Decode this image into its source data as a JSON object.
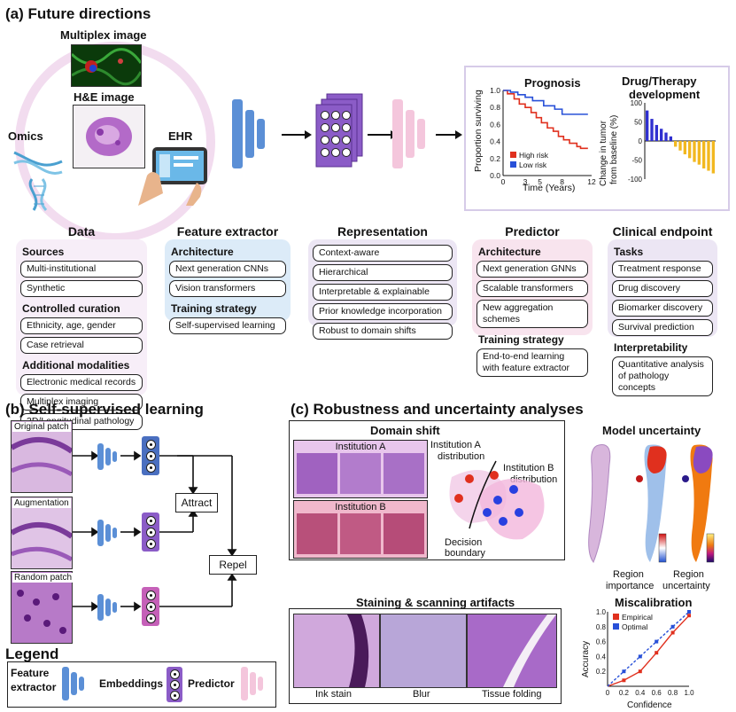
{
  "panel_a": {
    "title": "(a) Future directions",
    "inputs": {
      "multiplex": "Multiplex image",
      "he": "H&E image",
      "omics": "Omics",
      "ehr": "EHR"
    },
    "prognosis": {
      "title": "Prognosis",
      "ylabel": "Proportion surviving",
      "xlabel": "Time (Years)",
      "legend": [
        "High risk",
        "Low risk"
      ]
    },
    "drug": {
      "title_line1": "Drug/Therapy",
      "title_line2": "development",
      "ylabel_line1": "Change in tumor",
      "ylabel_line2": "from baseline (%)"
    },
    "columns": {
      "data": {
        "title": "Data",
        "sections": [
          {
            "heading": "Sources",
            "items": [
              "Multi-institutional",
              "Synthetic"
            ]
          },
          {
            "heading": "Controlled curation",
            "items": [
              "Ethnicity, age, gender",
              "Case retrieval"
            ]
          },
          {
            "heading": "Additional modalities",
            "items": [
              "Electronic medical records",
              "Multiplex imaging",
              "3D/Longitudinal pathology"
            ]
          }
        ]
      },
      "feature": {
        "title": "Feature extractor",
        "sections": [
          {
            "heading": "Architecture",
            "items": [
              "Next generation CNNs",
              "Vision transformers"
            ]
          },
          {
            "heading": "Training strategy",
            "items": [
              "Self-supervised learning"
            ]
          }
        ]
      },
      "representation": {
        "title": "Representation",
        "items": [
          "Context-aware",
          "Hierarchical",
          "Interpretable & explainable",
          "Prior knowledge incorporation",
          "Robust to domain shifts"
        ]
      },
      "predictor": {
        "title": "Predictor",
        "sections": [
          {
            "heading": "Architecture",
            "items": [
              "Next generation GNNs",
              "Scalable transformers",
              "New aggregation schemes"
            ]
          },
          {
            "heading": "Training strategy",
            "items": [
              "End-to-end learning with feature extractor"
            ]
          }
        ]
      },
      "clinical": {
        "title": "Clinical endpoint",
        "sections": [
          {
            "heading": "Tasks",
            "items": [
              "Treatment response",
              "Drug discovery",
              "Biomarker discovery",
              "Survival prediction"
            ]
          },
          {
            "heading": "Interpretability",
            "items": [
              "Quantitative analysis of pathology concepts"
            ]
          }
        ]
      }
    }
  },
  "panel_b": {
    "title": "(b) Self-supervised learning",
    "patches": [
      "Original patch",
      "Augmentation",
      "Random patch"
    ],
    "attract": "Attract",
    "repel": "Repel"
  },
  "legend": {
    "title": "Legend",
    "feature_line1": "Feature",
    "feature_line2": "extractor",
    "embeddings": "Embeddings",
    "predictor": "Predictor"
  },
  "panel_c": {
    "title": "(c) Robustness and uncertainty analyses",
    "domain_shift": {
      "title": "Domain shift",
      "inst_a": "Institution A",
      "inst_b": "Institution B",
      "dist_a_line1": "Institution A",
      "dist_a_line2": "distribution",
      "dist_b_line1": "Institution B",
      "dist_b_line2": "distribution",
      "boundary_line1": "Decision",
      "boundary_line2": "boundary"
    },
    "uncertainty": {
      "title": "Model uncertainty",
      "importance_line1": "Region",
      "importance_line2": "importance",
      "uncert_line1": "Region",
      "uncert_line2": "uncertainty"
    },
    "artifacts": {
      "title": "Staining & scanning artifacts",
      "labels": [
        "Ink stain",
        "Blur",
        "Tissue folding"
      ]
    },
    "miscal": {
      "title": "Miscalibration",
      "ylabel": "Accuracy",
      "xlabel": "Confidence",
      "legend": [
        "Empirical",
        "Optimal"
      ]
    }
  },
  "colors": {
    "blue": "#5b8fd6",
    "purple": "#8b5cc7",
    "pink": "#f4c6dc",
    "red": "#e0301e",
    "orange": "#f07a10",
    "gold": "#f2b820"
  },
  "chart_data": [
    {
      "type": "line",
      "title": "Prognosis",
      "xlabel": "Time (Years)",
      "ylabel": "Proportion surviving",
      "xlim": [
        0,
        12
      ],
      "ylim": [
        0,
        1.0
      ],
      "xticks": [
        0,
        3,
        5,
        8,
        12
      ],
      "yticks": [
        0,
        0.2,
        0.4,
        0.6,
        0.8,
        1.0
      ],
      "legend": "bottom-left",
      "series": [
        {
          "name": "High risk",
          "color": "#e0301e",
          "x": [
            0,
            0.6,
            1.5,
            2.2,
            3,
            3.8,
            4.5,
            5.2,
            6,
            6.8,
            7.5,
            8.2,
            9,
            10,
            10.5,
            11.5
          ],
          "y": [
            1.0,
            0.96,
            0.9,
            0.84,
            0.8,
            0.74,
            0.68,
            0.62,
            0.56,
            0.52,
            0.46,
            0.42,
            0.38,
            0.34,
            0.32,
            0.32
          ]
        },
        {
          "name": "Low risk",
          "color": "#2850d8",
          "x": [
            0,
            1.0,
            2.0,
            3.0,
            4.0,
            5.5,
            7.0,
            8.0,
            9.5,
            11.5
          ],
          "y": [
            1.0,
            0.98,
            0.95,
            0.92,
            0.88,
            0.82,
            0.78,
            0.72,
            0.72,
            0.72
          ]
        }
      ]
    },
    {
      "type": "bar",
      "title": "Drug/Therapy development",
      "ylabel": "Change in tumor from baseline (%)",
      "ylim": [
        -100,
        100
      ],
      "yticks": [
        -100,
        -50,
        0,
        50,
        100
      ],
      "values": [
        80,
        58,
        42,
        32,
        22,
        12,
        -15,
        -25,
        -35,
        -45,
        -55,
        -62,
        -72,
        -78,
        -85
      ],
      "colors": [
        "#3030d0",
        "#3030d0",
        "#3030d0",
        "#3030d0",
        "#3030d0",
        "#3030d0",
        "#f2b820",
        "#f2b820",
        "#f2b820",
        "#f2b820",
        "#f2b820",
        "#f2b820",
        "#f2b820",
        "#f2b820",
        "#f2b820"
      ]
    },
    {
      "type": "line",
      "title": "Miscalibration",
      "xlabel": "Confidence",
      "ylabel": "Accuracy",
      "xlim": [
        0,
        1.0
      ],
      "ylim": [
        0,
        1.0
      ],
      "xticks": [
        0,
        0.2,
        0.4,
        0.6,
        0.8,
        1.0
      ],
      "yticks": [
        0.2,
        0.4,
        0.6,
        0.8,
        1.0
      ],
      "legend": "top-left",
      "series": [
        {
          "name": "Empirical",
          "color": "#e0301e",
          "x": [
            0,
            0.2,
            0.4,
            0.6,
            0.8,
            1.0
          ],
          "y": [
            0,
            0.08,
            0.2,
            0.45,
            0.72,
            0.95
          ]
        },
        {
          "name": "Optimal",
          "color": "#2850d8",
          "x": [
            0,
            0.2,
            0.4,
            0.6,
            0.8,
            1.0
          ],
          "y": [
            0,
            0.2,
            0.4,
            0.6,
            0.8,
            1.0
          ]
        }
      ]
    }
  ]
}
